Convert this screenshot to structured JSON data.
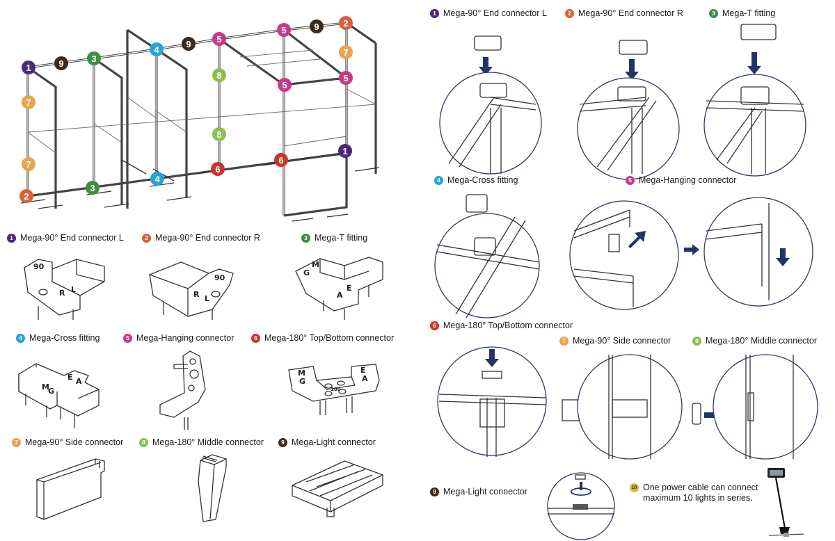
{
  "colors": {
    "c1": "#4a2a7a",
    "c2": "#d9613a",
    "c3": "#3e8e47",
    "c4": "#27a4d6",
    "c5": "#c83a86",
    "c6": "#c8352e",
    "c7": "#e8a54e",
    "c8": "#8cbf4f",
    "c9": "#3e2a1c",
    "c10": "#d7b54a",
    "arrow": "#233567"
  },
  "parts_catalog": [
    {
      "num": "1",
      "label": "Mega-90° End connector L",
      "icon": "end-connector-l-icon"
    },
    {
      "num": "2",
      "label": "Mega-90° End connector R",
      "icon": "end-connector-r-icon"
    },
    {
      "num": "3",
      "label": "Mega-T fitting",
      "icon": "t-fitting-icon"
    },
    {
      "num": "4",
      "label": "Mega-Cross fitting",
      "icon": "cross-fitting-icon"
    },
    {
      "num": "5",
      "label": "Mega-Hanging connector",
      "icon": "hanging-connector-icon"
    },
    {
      "num": "6",
      "label": "Mega-180° Top/Bottom connector",
      "icon": "top-bottom-connector-icon"
    },
    {
      "num": "7",
      "label": "Mega-90° Side connector",
      "icon": "side-connector-icon"
    },
    {
      "num": "8",
      "label": "Mega-180° Middle connector",
      "icon": "middle-connector-icon"
    },
    {
      "num": "9",
      "label": "Mega-Light connector",
      "icon": "light-connector-icon"
    }
  ],
  "part_markings": {
    "ninety": "90",
    "r": "R",
    "l": "L",
    "m": "M",
    "g": "G",
    "e": "E",
    "a": "A",
    "oneeighty": "180"
  },
  "frame_badges": [
    "1",
    "9",
    "3",
    "4",
    "9",
    "5",
    "5",
    "9",
    "2",
    "7",
    "8",
    "5",
    "5",
    "7",
    "8",
    "7",
    "2",
    "3",
    "4",
    "6",
    "6",
    "1"
  ],
  "steps": [
    {
      "num": "1",
      "label": "Mega-90° End connector L"
    },
    {
      "num": "2",
      "label": "Mega-90° End connector R"
    },
    {
      "num": "3",
      "label": "Mega-T fitting"
    },
    {
      "num": "4",
      "label": "Mega-Cross fitting"
    },
    {
      "num": "5",
      "label": "Mega-Hanging connector"
    },
    {
      "num": "6",
      "label": "Mega-180° Top/Bottom connector"
    },
    {
      "num": "7",
      "label": "Mega-90° Side connector"
    },
    {
      "num": "8",
      "label": "Mega-180° Middle connector"
    },
    {
      "num": "9",
      "label": "Mega-Light connector"
    }
  ],
  "note": {
    "num": "10",
    "line1": "One power cable can connect",
    "line2": "maximum 10 lights in series."
  }
}
